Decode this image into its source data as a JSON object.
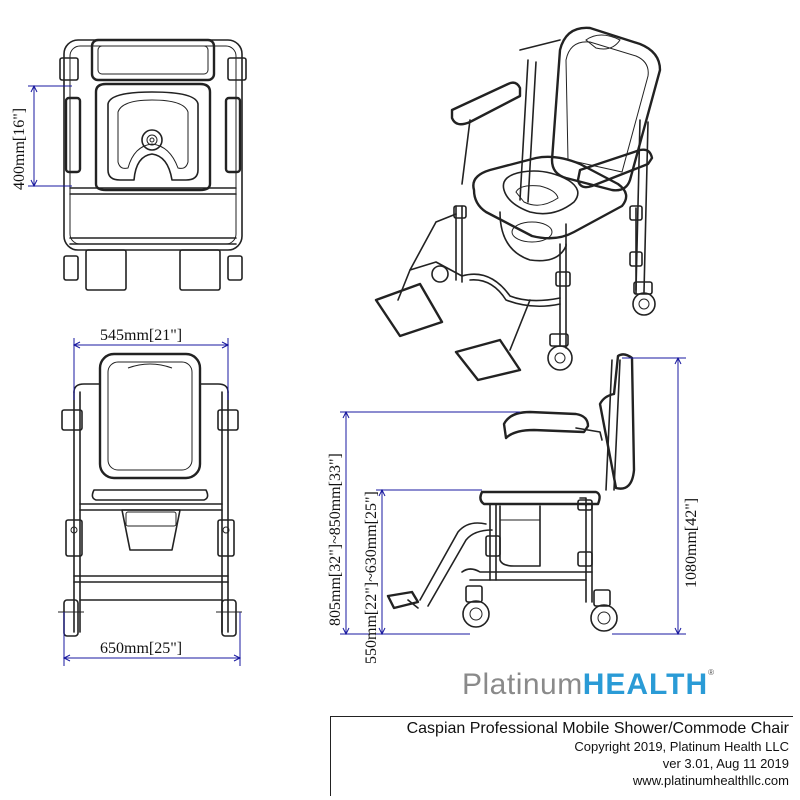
{
  "dimensions": {
    "top_depth": "400mm[16\"]",
    "back_width": "545mm[21\"]",
    "base_width": "650mm[25\"]",
    "armrest_height": "805mm[32\"]~850mm[33\"]",
    "seat_height": "550mm[22\"]~630mm[25\"]",
    "total_height": "1080mm[42\"]"
  },
  "logo": {
    "part1": "Platinum",
    "part2": "HEALTH",
    "trademark": "®"
  },
  "title_block": {
    "title": "Caspian Professional Mobile Shower/Commode Chair",
    "copyright": "Copyright 2019, Platinum Health LLC",
    "version": "ver 3.01, Aug 11 2019",
    "website": "www.platinumhealthllc.com"
  },
  "colors": {
    "dimension_line": "#1a1aa0",
    "logo_gray": "#8a8a8a",
    "logo_blue": "#2a9bd6"
  }
}
